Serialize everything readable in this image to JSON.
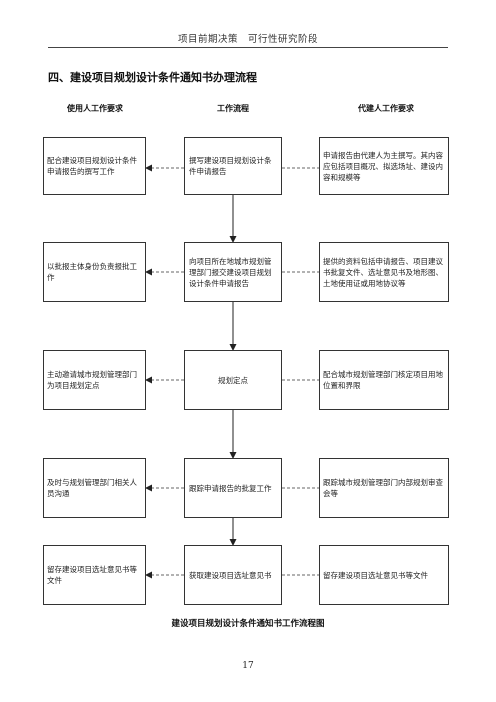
{
  "header": {
    "text": "项目前期决策　可行性研究阶段"
  },
  "section_title": "四、建设项目规划设计条件通知书办理流程",
  "columns": {
    "left": "使用人工作要求",
    "middle": "工作流程",
    "right": "代建人工作要求"
  },
  "rows": [
    {
      "left": "配合建设项目规划设计条件申请报告的撰写工作",
      "middle": "撰写建设项目规划设计条件申请报告",
      "right": "申请报告由代建人为主撰写。其内容应包括项目概况、拟选场址、建设内容和规模等"
    },
    {
      "left": "以批报主体身份负责报批工作",
      "middle": "向项目所在地城市规划管理部门报交建设项目规划设计条件申请报告",
      "right": "提供的资料包括申请报告、项目建议书批复文件、选址意见书及地形图、土地使用证或用地协议等"
    },
    {
      "left": "主动邀请城市规划管理部门为项目规划定点",
      "middle": "规划定点",
      "right": "配合城市规划管理部门核定项目用地位置和界限"
    },
    {
      "left": "及时与规划管理部门相关人员沟通",
      "middle": "跟踪申请报告的批复工作",
      "right": "跟踪城市规划管理部门内部规划审查会等"
    },
    {
      "left": "留存建设项目选址意见书等文件",
      "middle": "获取建设项目选址意见书",
      "right": "留存建设项目选址意见书等文件"
    }
  ],
  "caption": "建设项目规划设计条件通知书工作流程图",
  "page_number": "17"
}
